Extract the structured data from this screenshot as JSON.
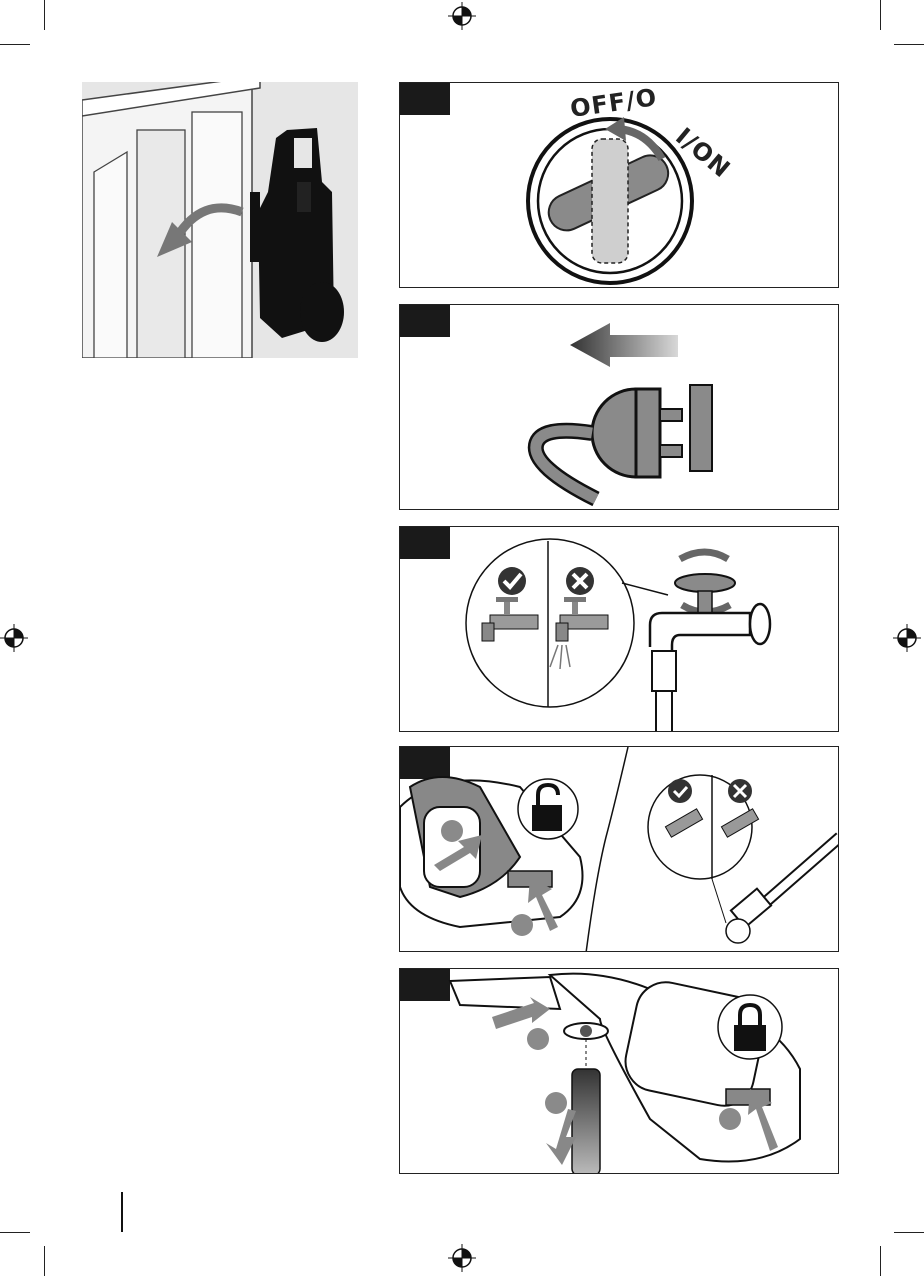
{
  "page": {
    "background": "#ffffff",
    "accent_dark": "#1a1a1a",
    "accent_gray": "#8a8a8a"
  },
  "illustration_storage": {
    "icon": "cabinet-and-pressure-washer-icon"
  },
  "steps": [
    {
      "id": "switch-off",
      "icon": "power-switch-icon",
      "label_off": "OFF/O",
      "label_on": "I/ON"
    },
    {
      "id": "unplug",
      "icon": "plug-unplug-icon"
    },
    {
      "id": "close-tap",
      "icon": "water-tap-icon",
      "ok_icon": "check-icon",
      "no_icon": "cross-icon"
    },
    {
      "id": "detach-hose",
      "icon": "unlock-icon",
      "ok_icon": "check-icon",
      "no_icon": "cross-icon"
    },
    {
      "id": "attach-lance",
      "icon": "lock-icon"
    }
  ]
}
